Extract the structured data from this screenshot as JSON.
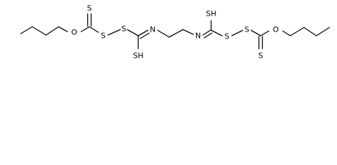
{
  "molecule": {
    "atoms": {
      "o_left": "O",
      "s_thione_left": "S",
      "s_disulfide_left_1": "S",
      "s_disulfide_left_2": "S",
      "n_left": "N",
      "sh_left": "SH",
      "n_right": "N",
      "sh_right": "SH",
      "s_disulfide_right_1": "S",
      "s_disulfide_right_2": "S",
      "o_right": "O",
      "s_thione_right": "S"
    }
  }
}
